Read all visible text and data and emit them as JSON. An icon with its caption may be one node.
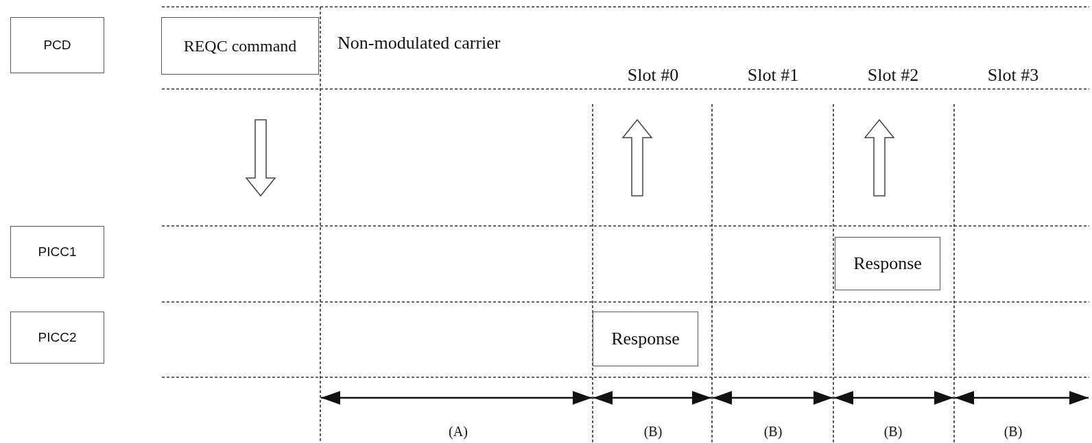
{
  "diagram": {
    "nodes": [
      {
        "text": [
          "PCD"
        ]
      },
      {
        "text": [
          "REQC command"
        ]
      },
      {
        "text": [
          "PICC1"
        ]
      },
      {
        "text": [
          "Response"
        ]
      },
      {
        "text": [
          "PICC2"
        ]
      },
      {
        "text": [
          "Response"
        ]
      }
    ],
    "labels": [
      "Non-modulated carrier",
      "Slot #0",
      "Slot #1",
      "Slot #2",
      "Slot #3",
      "(A)",
      "(B)",
      "(B)",
      "(B)",
      "(B)"
    ]
  }
}
